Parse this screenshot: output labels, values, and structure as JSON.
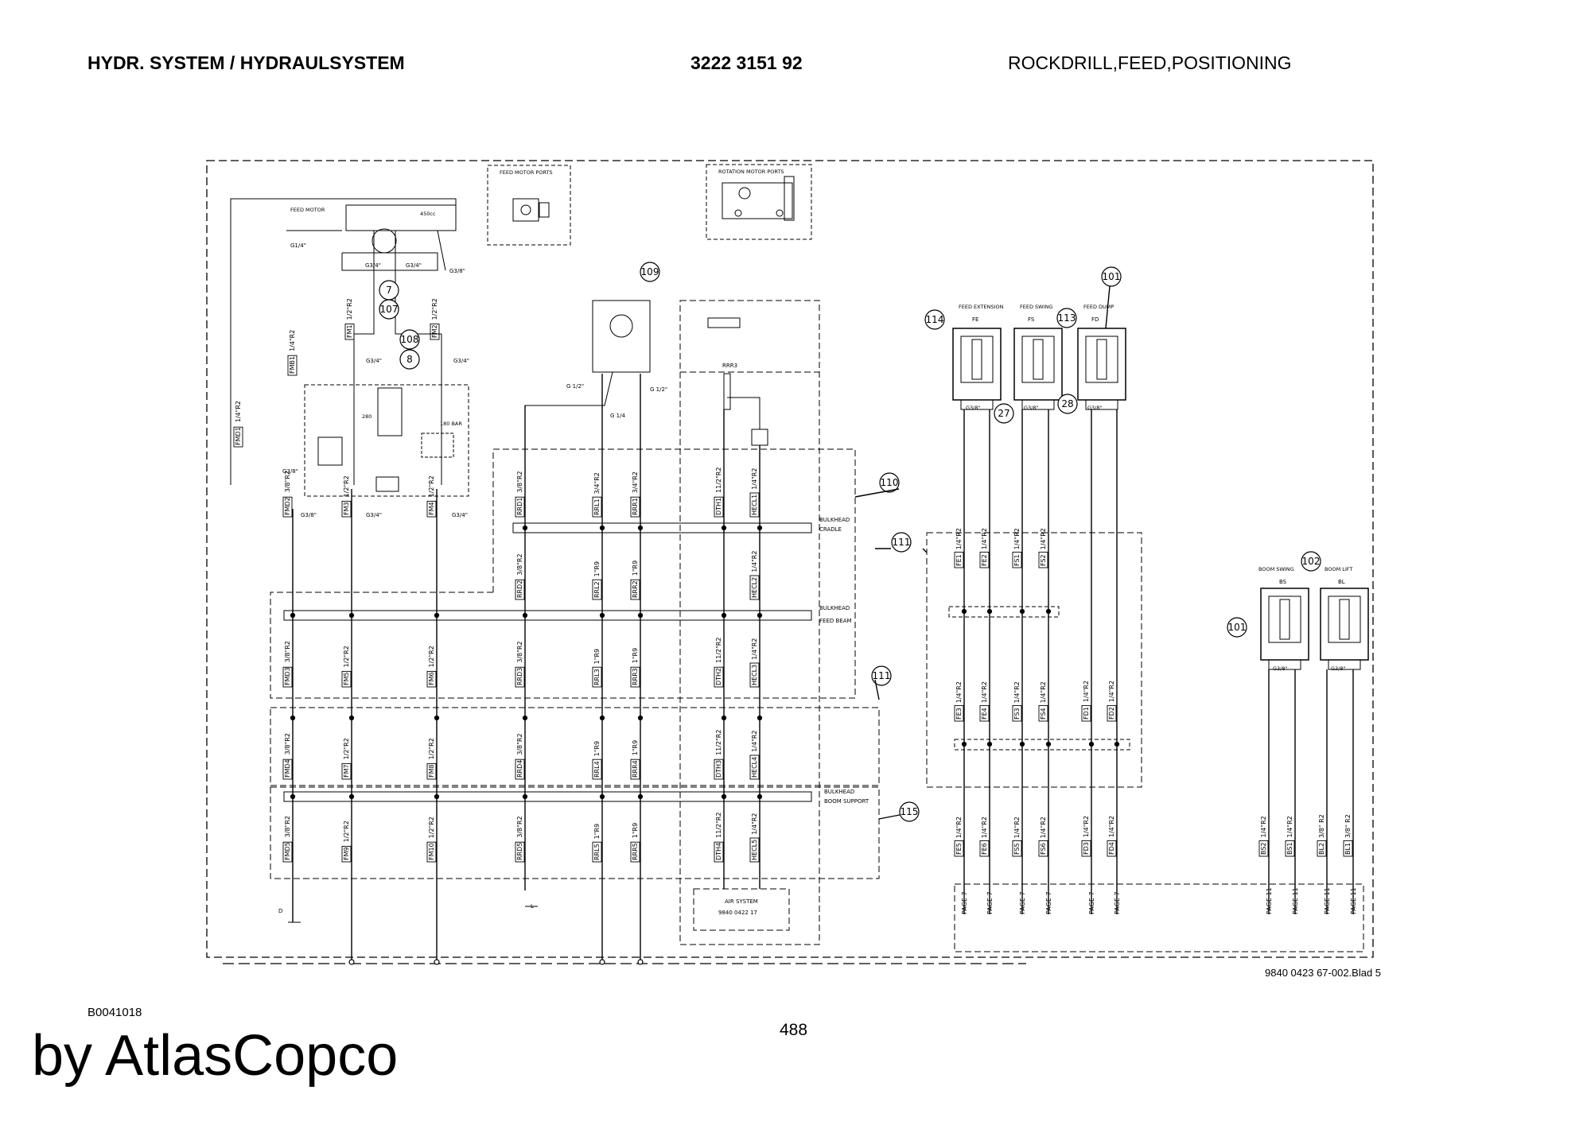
{
  "header": {
    "left": "HYDR. SYSTEM / HYDRAULSYSTEM",
    "middle": "3222 3151 92",
    "right": "ROCKDRILL,FEED,POSITIONING"
  },
  "footer": {
    "drawing_ref": "9840 0423 67-002.Blad 5",
    "code": "B0041018",
    "page_number": "488",
    "brand": "by AtlasCopco"
  },
  "diagram": {
    "feed_motor": "FEED MOTOR",
    "feed_motor_ports": "FEED MOTOR PORTS",
    "rotation_motor_ports": "ROTATION MOTOR PORTS",
    "air_system": "AIR SYSTEM",
    "air_system_no": "9840 0422 17",
    "disp": "450cc",
    "p280": "280",
    "p180": "180 BAR",
    "rrr3": "RRR3",
    "bulkheads": {
      "cradle": [
        "BULKHEAD",
        "CRADLE"
      ],
      "feed_beam": [
        "BULKHEAD",
        "FEED BEAM"
      ],
      "boom_support": [
        "BULKHEAD",
        "BOOM SUPPORT"
      ]
    },
    "cylinders": {
      "fe": {
        "title": "FEED EXTENSION",
        "code": "FE",
        "port": "G3/8\""
      },
      "fs": {
        "title": "FEED SWING",
        "code": "FS",
        "port": "G3/8\""
      },
      "fd": {
        "title": "FEED DUMP",
        "code": "FD",
        "port": "G3/8\""
      },
      "bs": {
        "title": "BOOM SWING",
        "code": "BS",
        "port": "G3/8\""
      },
      "bl": {
        "title": "BOOM LIFT",
        "code": "BL",
        "port": "G3/8\""
      }
    },
    "callouts": [
      "7",
      "107",
      "108",
      "8",
      "109",
      "101",
      "114",
      "113",
      "27",
      "28",
      "110",
      "111",
      "111",
      "115",
      "101",
      "102"
    ],
    "ports": [
      "G1/4\"",
      "G3/4\"",
      "G3/4\"",
      "G3/8\"",
      "G3/4\"",
      "G3/4\"",
      "G3/8\"",
      "G3/8\"",
      "G3/4\"",
      "G3/4\"",
      "G 1/2\"",
      "G 1/2\"",
      "G 1/4"
    ],
    "hoses_left": [
      [
        "FMB1 1/4\"R2",
        "FMD1 1/4\"R2",
        "FM1 1/2\"R2",
        "FM2 1/2\"R2"
      ],
      [
        "FMD2 3/8\"R2",
        "FM3 1/2\"R2",
        "FM4 1/2\"R2",
        "RRD1 3/8\"R2",
        "RRL1 3/4\"R2",
        "RRR1 3/4\"R2",
        "DTH1 11/2\"R2",
        "HECL1 1/4\"R2"
      ],
      [
        "RRD2 3/8\"R2",
        "RRL2 1\"R9",
        "RRR2 1\"R9",
        "HECL2 1/4\"R2"
      ],
      [
        "FMD3 3/8\"R2",
        "FM5 1/2\"R2",
        "FM6 1/2\"R2",
        "RRD3 3/8\"R2",
        "RRL3 1\"R9",
        "RRR3 1\"R9",
        "DTH2 11/2\"R2",
        "HECL3 1/4\"R2"
      ],
      [
        "FMD4 3/8\"R2",
        "FM7 1/2\"R2",
        "FM8 1/2\"R2",
        "RRD4 3/8\"R2",
        "RRL4 1\"R9",
        "RRR4 1\"R9",
        "DTH3 11/2\"R2",
        "HECL4 1/4\"R2"
      ],
      [
        "FMD5 3/8\"R2",
        "FM9 1/2\"R2",
        "FM10 1/2\"R2",
        "RRD5 3/8\"R2",
        "RRL5 1\"R9",
        "RRR5 1\"R9",
        "DTH4 11/2\"R2",
        "HECL5 1/4\"R2"
      ]
    ],
    "hoses_right": [
      [
        "FE1 1/4\"R2",
        "FE2 1/4\"R2",
        "FS1 1/4\"R2",
        "FS2 1/4\"R2"
      ],
      [
        "FE3 1/4\"R2",
        "FE4 1/4\"R2",
        "FS3 1/4\"R2",
        "FS4 1/4\"R2",
        "FD1 1/4\"R2",
        "FD2 1/4\"R2"
      ],
      [
        "FE5 1/4\"R2",
        "FE6 1/4\"R2",
        "FS5 1/4\"R2",
        "FS6 1/4\"R2",
        "FD3 1/4\"R2",
        "FD4 1/4\"R2",
        "BS2 1/4\"R2",
        "BS1 1/4\"R2",
        "BL2 3/8\" R2",
        "BL1 3/8\" R2"
      ]
    ],
    "page_refs": [
      "PAGE 7",
      "PAGE 7",
      "PAGE 7",
      "PAGE 7",
      "PAGE 7",
      "PAGE 7",
      "PAGE 11",
      "PAGE 11",
      "PAGE 11",
      "PAGE 11"
    ],
    "drains": [
      "D",
      "L"
    ]
  }
}
